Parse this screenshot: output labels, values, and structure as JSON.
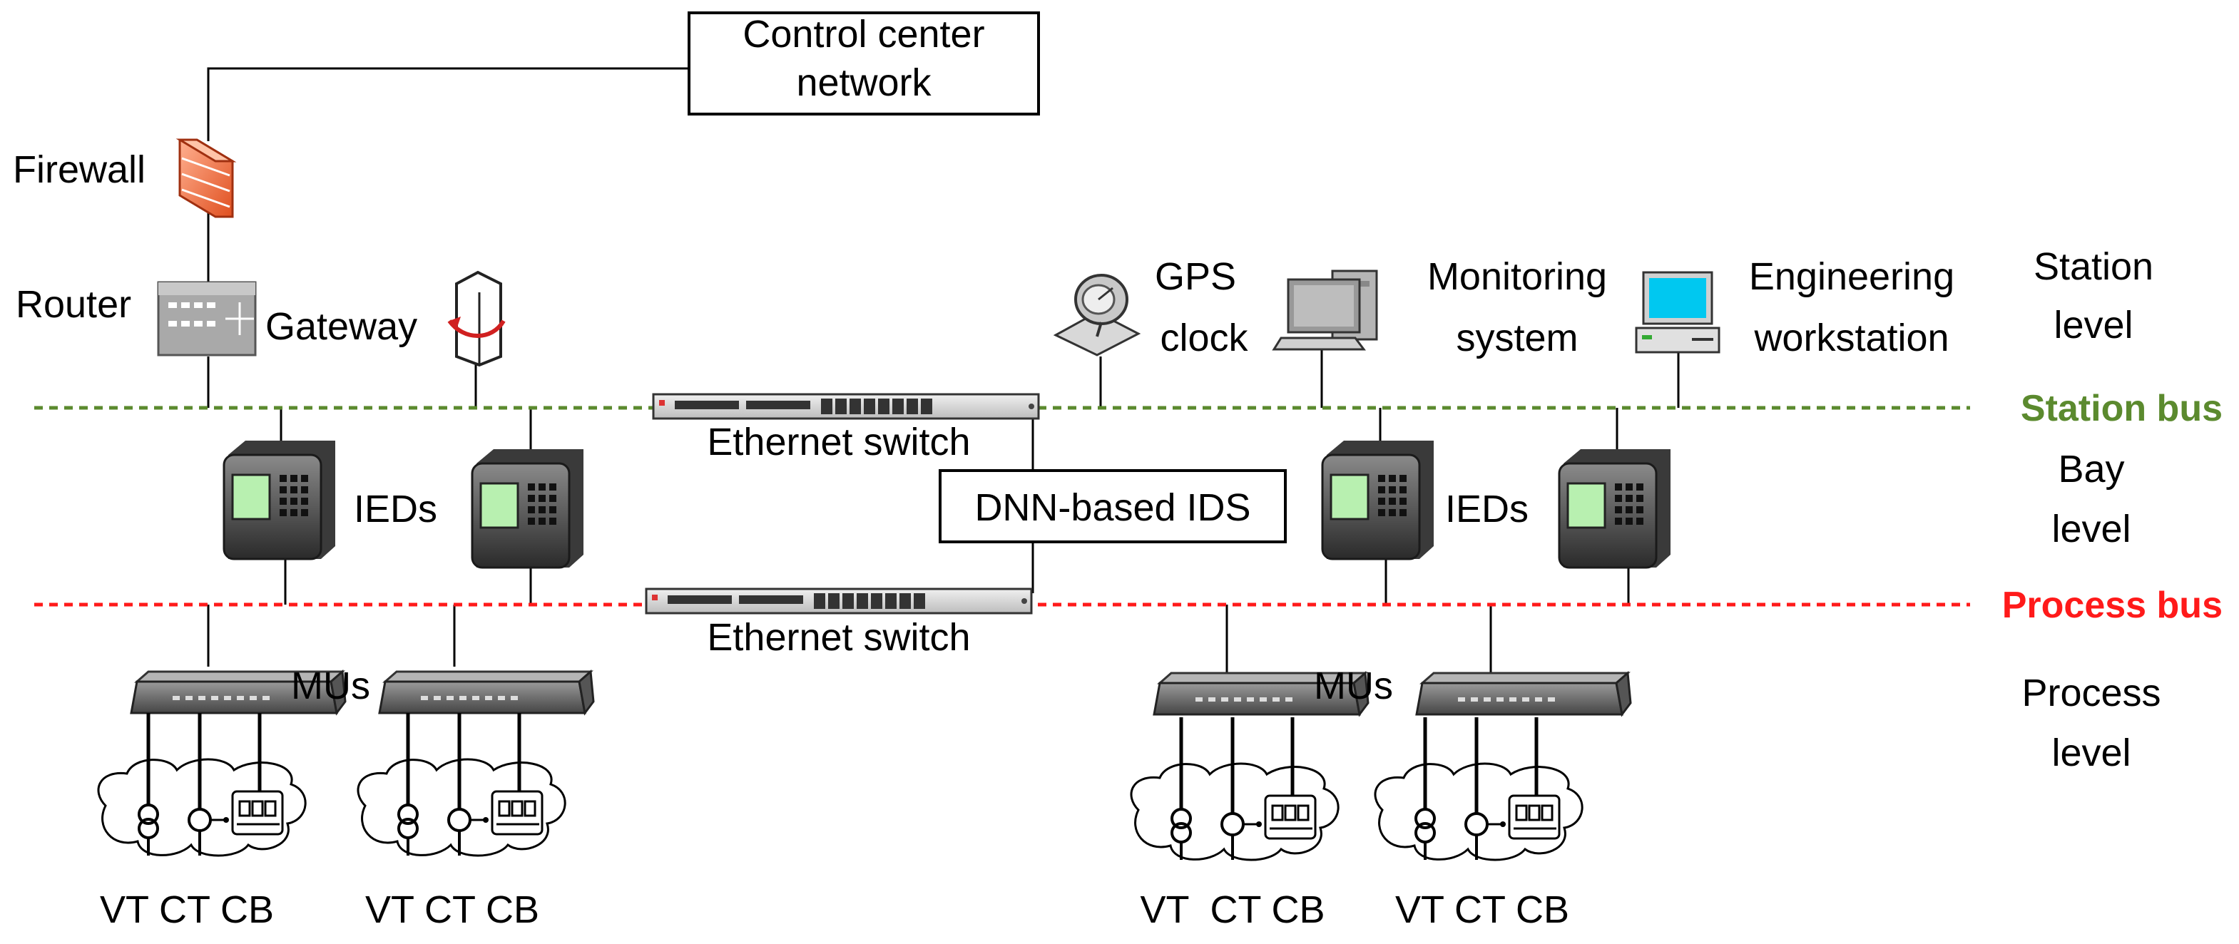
{
  "labels": {
    "control_center": [
      "Control center",
      "network"
    ],
    "firewall": "Firewall",
    "router": "Router",
    "gateway": "Gateway",
    "gps": [
      "GPS",
      "clock"
    ],
    "monitoring": [
      "Monitoring",
      "system"
    ],
    "engineering": [
      "Engineering",
      "workstation"
    ],
    "station_level": [
      "Station",
      "level"
    ],
    "bay_level": [
      "Bay",
      "level"
    ],
    "process_level": [
      "Process",
      "level"
    ],
    "station_bus": "Station bus",
    "process_bus": "Process bus",
    "ethernet_switch_top": "Ethernet switch",
    "ethernet_switch_bottom": "Ethernet switch",
    "dnn_ids": "DNN-based IDS",
    "ieds_left": "IEDs",
    "ieds_right": "IEDs",
    "mus_left": "MUs",
    "mus_right": "MUs",
    "bottom_groups": [
      "VT CT CB",
      "VT CT CB",
      "VT  CT CB",
      "VT CT CB"
    ]
  },
  "colors": {
    "station_bus": "#5b8a2e",
    "process_bus": "#ff1a1a",
    "firewall": "#f08050",
    "screen": "#b8f0b0",
    "workstation_screen": "#00c8f0"
  }
}
